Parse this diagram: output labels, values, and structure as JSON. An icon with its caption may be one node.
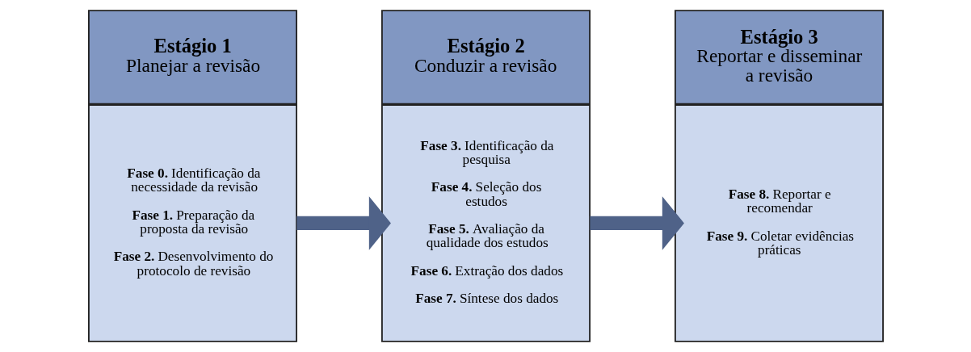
{
  "diagram": {
    "nodes": [
      {
        "text": [
          "Estágio 1",
          "Planejar a revisão"
        ]
      },
      {
        "text": [
          "**Fase 0.** Identificação da necessidade da revisão",
          "**Fase 1.** Preparação da proposta da revisão",
          "**Fase 2.** Desenvolvimento do protocolo de revisão"
        ]
      },
      {
        "text": [
          "Estágio 2",
          "Conduzir a revisão"
        ]
      },
      {
        "text": [
          "**Fase 3.** Identificação da pesquisa",
          "**Fase 4.** Seleção dos estudos",
          "**Fase 5.** Avaliação da qualidade dos estudos",
          "**Fase 6.** Extração dos dados",
          "**Fase 7.** Síntese dos dados"
        ]
      },
      {
        "text": [
          "Estágio 3",
          "Reportar e disseminar a revisão"
        ]
      },
      {
        "text": [
          "**Fase 8.** Reportar e recomendar",
          "**Fase 9.** Coletar evidências práticas"
        ]
      }
    ],
    "edges": [
      {
        "from": 1,
        "to": 3,
        "arrow": "to"
      },
      {
        "from": 3,
        "to": 5,
        "arrow": "to"
      }
    ]
  }
}
